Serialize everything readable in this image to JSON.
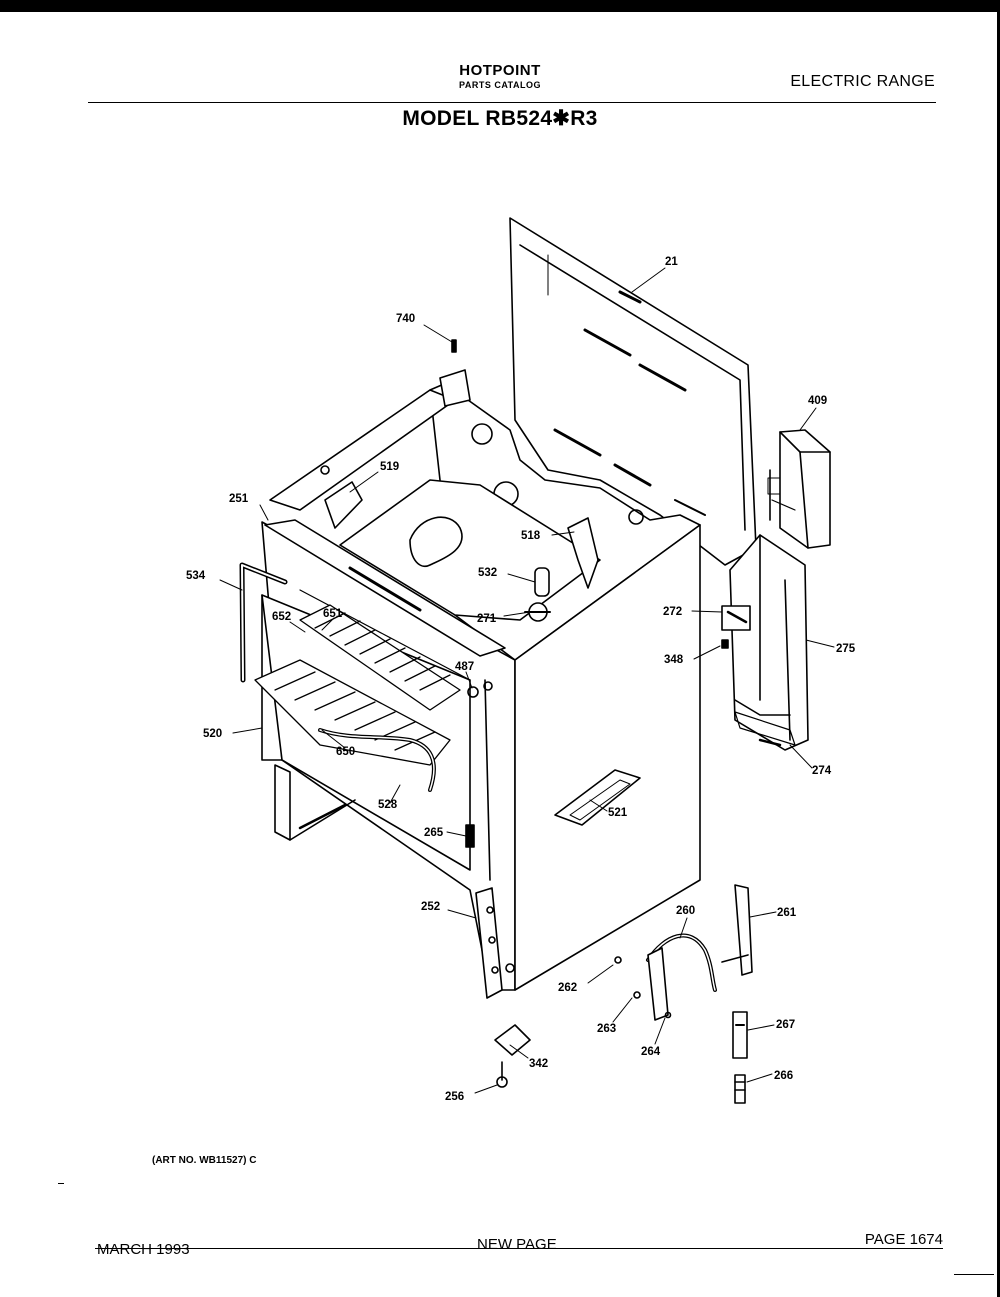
{
  "header": {
    "brand": "HOTPOINT",
    "catalog": "PARTS CATALOG",
    "category": "ELECTRIC RANGE",
    "model": "MODEL RB524✱R3"
  },
  "art_number": "(ART NO. WB11527) C",
  "footer": {
    "date": "MARCH 1993",
    "status": "NEW PAGE",
    "page": "PAGE 1674"
  },
  "parts": {
    "p21": "21",
    "p740": "740",
    "p409": "409",
    "p519": "519",
    "p251": "251",
    "p518": "518",
    "p534": "534",
    "p532": "532",
    "p652": "652",
    "p651": "651",
    "p271": "271",
    "p272": "272",
    "p275": "275",
    "p487": "487",
    "p348": "348",
    "p520": "520",
    "p274": "274",
    "p650": "650",
    "p528": "528",
    "p521": "521",
    "p265": "265",
    "p252": "252",
    "p260": "260",
    "p261": "261",
    "p262": "262",
    "p263": "263",
    "p264": "264",
    "p267": "267",
    "p342": "342",
    "p266": "266",
    "p256": "256"
  }
}
